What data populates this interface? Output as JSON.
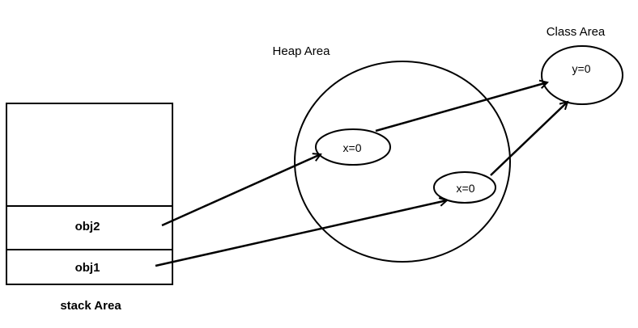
{
  "labels": {
    "heap_area": "Heap Area",
    "class_area": "Class Area",
    "stack_area": "stack Area"
  },
  "stack": {
    "slot_obj2": "obj2",
    "slot_obj1": "obj1"
  },
  "heap": {
    "object_1_field": "x=0",
    "object_2_field": "x=0"
  },
  "class_area": {
    "static_field": "y=0"
  },
  "colors": {
    "stroke": "#000000",
    "background": "#ffffff"
  }
}
